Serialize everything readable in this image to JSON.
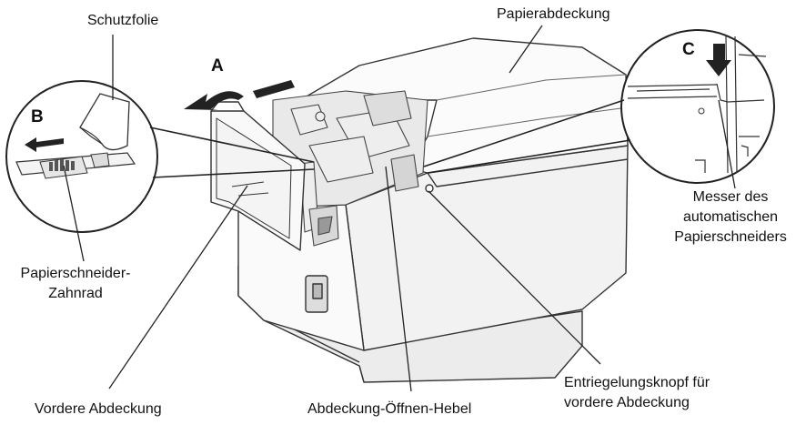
{
  "labels": {
    "schutzfolie": "Schutzfolie",
    "papierabdeckung": "Papierabdeckung",
    "marker_a": "A",
    "marker_b": "B",
    "marker_c": "C",
    "messer_line1": "Messer des",
    "messer_line2": "automatischen",
    "messer_line3": "Papierschneiders",
    "zahnrad_line1": "Papierschneider-",
    "zahnrad_line2": "Zahnrad",
    "vordere_abdeckung": "Vordere Abdeckung",
    "hebel": "Abdeckung-Öffnen-Hebel",
    "knopf_line1": "Entriegelungsknopf für",
    "knopf_line2": "vordere Abdeckung"
  }
}
